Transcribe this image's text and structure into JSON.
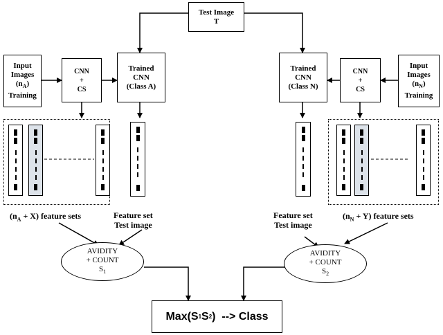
{
  "test_image": {
    "line1": "Test Image",
    "line2": "T"
  },
  "left": {
    "input": {
      "line1": "Input",
      "line2": "Images",
      "sub_open": "(n",
      "sub_letter": "A",
      "sub_close": ")",
      "line4": "Training"
    },
    "cnn_cs": {
      "line1": "CNN",
      "line2": "+",
      "line3": "CS"
    },
    "trained": {
      "line1": "Trained",
      "line2": "CNN",
      "line3": "(Class A)"
    },
    "feature_sets": {
      "prefix": "(n",
      "letter": "A",
      "suffix": " + X) feature sets"
    },
    "test_feature": {
      "line1": "Feature set",
      "line2": "Test image"
    },
    "avidity": {
      "line1": "AVIDITY",
      "line2": "+ COUNT",
      "score": "S",
      "score_sub": "1"
    }
  },
  "right": {
    "input": {
      "line1": "Input",
      "line2": "Images",
      "sub_open": "(n",
      "sub_letter": "N",
      "sub_close": ")",
      "line4": "Training"
    },
    "cnn_cs": {
      "line1": "CNN",
      "line2": "+",
      "line3": "CS"
    },
    "trained": {
      "line1": "Trained",
      "line2": "CNN",
      "line3": "(Class N)"
    },
    "feature_sets": {
      "prefix": "(n",
      "letter": "N",
      "suffix": " + Y) feature sets"
    },
    "test_feature": {
      "line1": "Feature set",
      "line2": "Test image"
    },
    "avidity": {
      "line1": "AVIDITY",
      "line2": "+ COUNT",
      "score": "S",
      "score_sub": "2"
    }
  },
  "result": {
    "prefix": "Max(S",
    "s1": "1",
    "s": "S",
    "s2": "2",
    "suffix": ")  --> Class"
  }
}
